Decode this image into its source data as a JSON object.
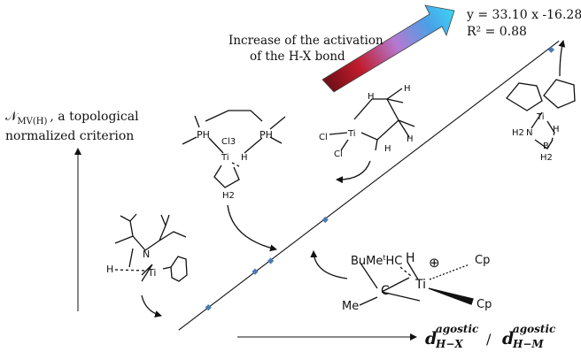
{
  "chart_data": {
    "type": "scatter",
    "series": [
      {
        "points": [
          {
            "x": 0.54,
            "y": 1.6
          },
          {
            "x": 0.6,
            "y": 3.6
          },
          {
            "x": 0.62,
            "y": 4.2
          },
          {
            "x": 0.69,
            "y": 6.5
          },
          {
            "x": 0.98,
            "y": 16.0
          }
        ]
      }
    ],
    "fit": {
      "slope": 33.1,
      "intercept": -16.28,
      "equation": "y = 33.10 x -16.28",
      "r2": "R² = 0.88"
    },
    "xlim": [
      0.5,
      1.0
    ],
    "ylim": [
      0.0,
      17.0
    ],
    "point_color": "#4a7ab5",
    "ylabel": {
      "prefix": "𝒩",
      "sub": "MV(H)",
      "rest": ", a topological",
      "line2": "normalized criterion"
    },
    "xlabel": {
      "d1": "d",
      "sup1": "agostic",
      "sub1": "H−X",
      "sep": "/",
      "d2": "d",
      "sup2": "agostic",
      "sub2": "H−M"
    },
    "annotation": {
      "line1": "Increase of the activation",
      "line2": "of the H-X bond"
    },
    "arrow_colors": [
      "#5a0d12",
      "#c01c2c",
      "#b47ad2",
      "#4aa0e6",
      "#3cd2f5"
    ],
    "structure_labels": {
      "ti": "Ti",
      "n": "N",
      "h": "H",
      "ph": "PH",
      "cl3": "Cl3",
      "h2": "H2",
      "cl": "Cl",
      "c": "C",
      "cp": "Cp",
      "me": "Me",
      "bume": "BuMe",
      "t": "t",
      "hc": "HC",
      "plus": "⊕",
      "b": "B"
    }
  }
}
